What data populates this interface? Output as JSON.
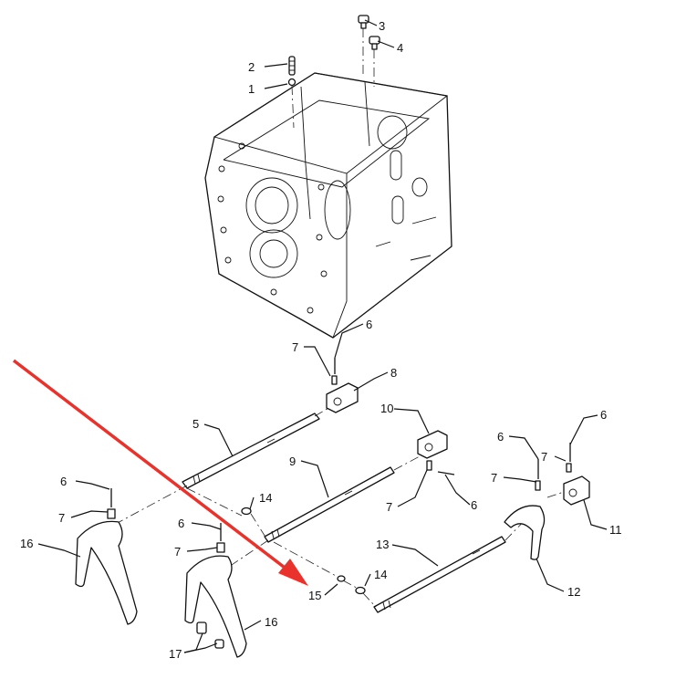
{
  "callouts": {
    "c1": "1",
    "c2": "2",
    "c3": "3",
    "c4": "4",
    "c5": "5",
    "c6": "6",
    "c7": "7",
    "c8": "8",
    "c9": "9",
    "c10": "10",
    "c11": "11",
    "c12": "12",
    "c13": "13",
    "c14": "14",
    "c15": "15",
    "c16": "16",
    "c17": "17"
  },
  "colors": {
    "highlight_arrow": "#e8322b",
    "lines": "#111111"
  }
}
